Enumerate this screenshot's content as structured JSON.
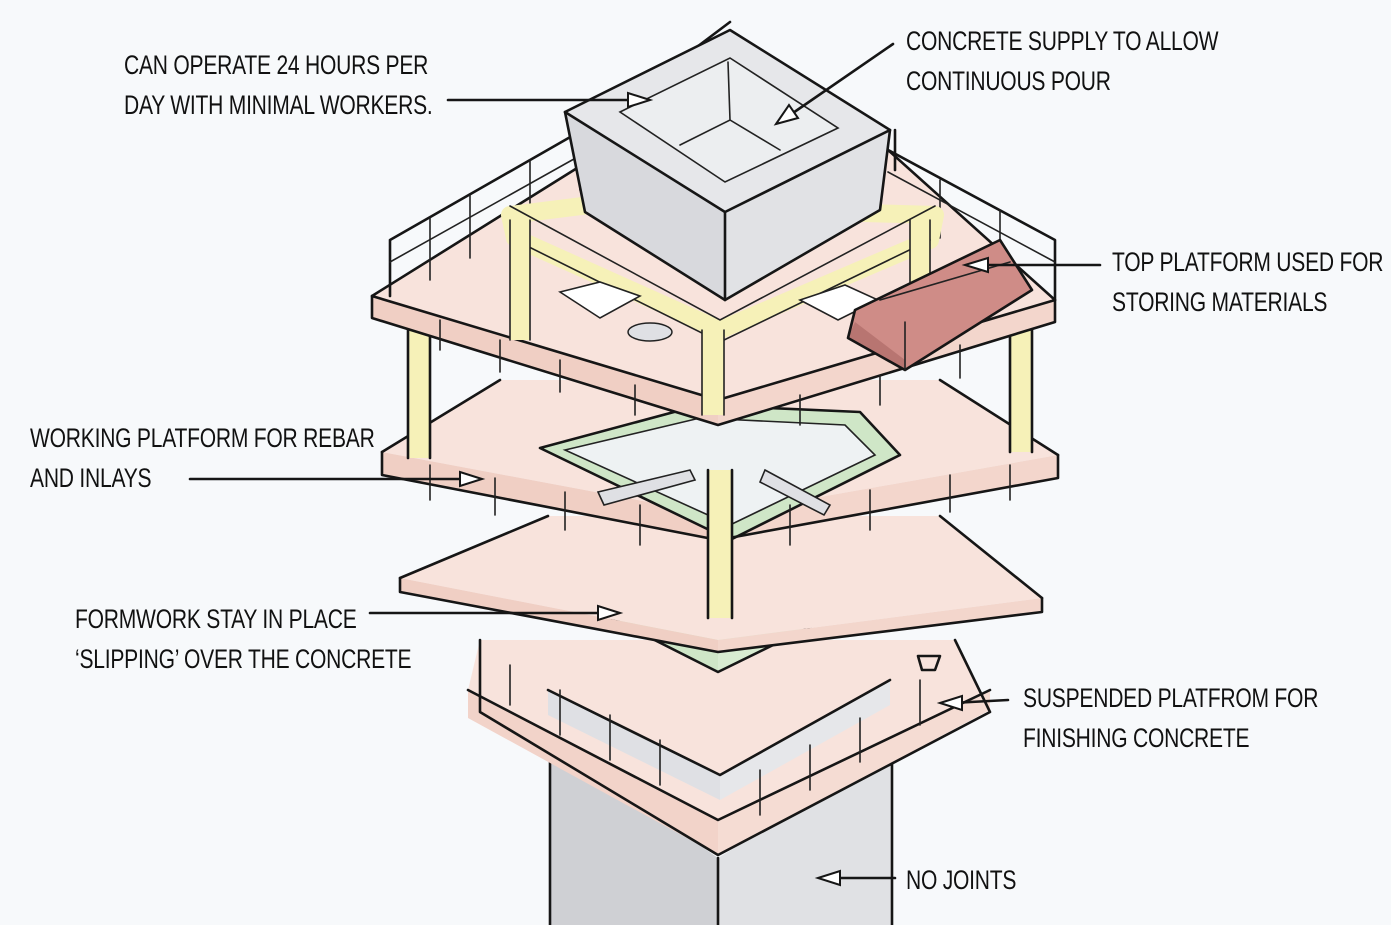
{
  "colors": {
    "background": "#f7f9fb",
    "platform": "#f8e3dc",
    "platform_edge": "#f0cfc4",
    "hopper": "#e2e3e7",
    "column": "#dfe0e3",
    "yellow_frame": "#f6f1b8",
    "formwork_green": "#cfe6c7",
    "storage_red": "#cf8c87",
    "ink": "#161616"
  },
  "annotations": [
    {
      "id": "operate",
      "lines": [
        "CAN OPERATE 24 HOURS PER",
        "DAY WITH MINIMAL WORKERS."
      ]
    },
    {
      "id": "concrete-supply",
      "lines": [
        "CONCRETE SUPPLY TO ALLOW",
        "CONTINUOUS POUR"
      ]
    },
    {
      "id": "top-platform",
      "lines": [
        "TOP PLATFORM USED FOR",
        "STORING MATERIALS"
      ]
    },
    {
      "id": "working-platform",
      "lines": [
        "WORKING PLATFORM FOR REBAR",
        "AND INLAYS"
      ]
    },
    {
      "id": "formwork",
      "lines": [
        "FORMWORK STAY IN PLACE",
        "‘SLIPPING’ OVER THE CONCRETE"
      ]
    },
    {
      "id": "suspended-platform",
      "lines": [
        "SUSPENDED PLATFROM FOR",
        "FINISHING CONCRETE"
      ]
    },
    {
      "id": "no-joints",
      "lines": [
        "NO JOINTS"
      ]
    }
  ]
}
